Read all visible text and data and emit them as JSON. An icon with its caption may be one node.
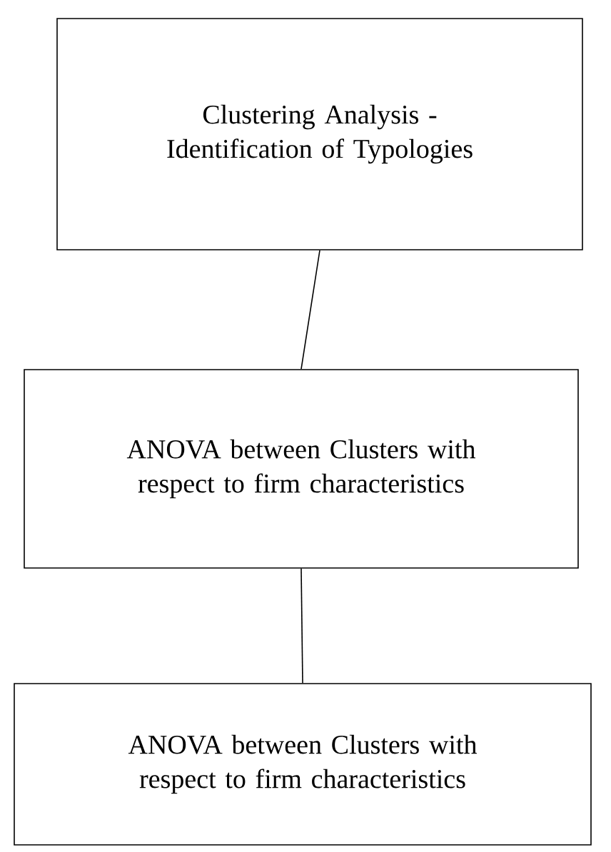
{
  "diagram": {
    "nodes": [
      {
        "text": [
          "Clustering Analysis - Identification of Typologies"
        ]
      },
      {
        "text": [
          "ANOVA between Clusters with respect to firm characteristics"
        ]
      },
      {
        "text": [
          "ANOVA between Clusters with respect to firm characteristics"
        ]
      }
    ],
    "edges": [
      {
        "from": 0,
        "to": 1,
        "arrow": "none"
      },
      {
        "from": 1,
        "to": 2,
        "arrow": "none"
      }
    ]
  }
}
